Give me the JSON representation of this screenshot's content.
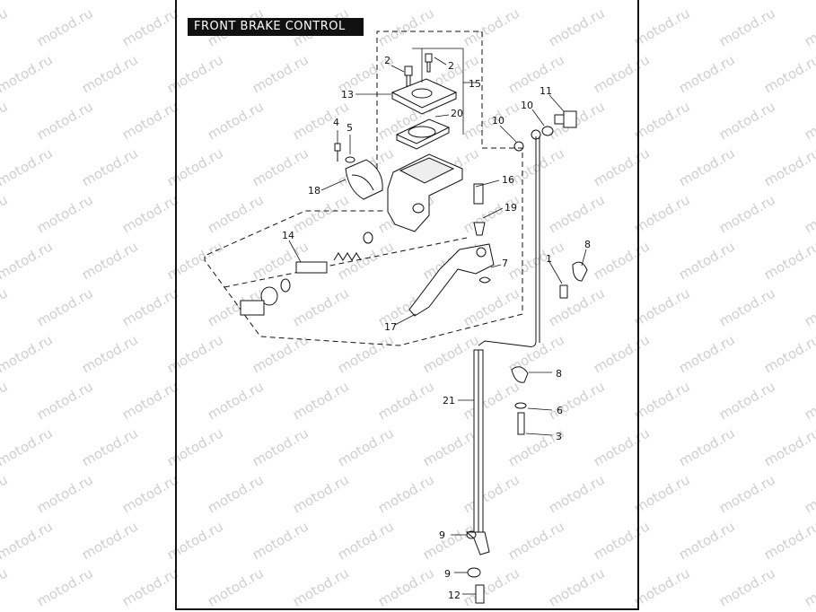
{
  "title": "FRONT BRAKE   CONTROL",
  "watermark": "motod.ru",
  "callouts": [
    "1",
    "2",
    "2",
    "3",
    "4",
    "5",
    "6",
    "7",
    "8",
    "8",
    "9",
    "9",
    "10",
    "10",
    "11",
    "12",
    "13",
    "14",
    "15",
    "16",
    "17",
    "18",
    "19",
    "20",
    "21"
  ]
}
